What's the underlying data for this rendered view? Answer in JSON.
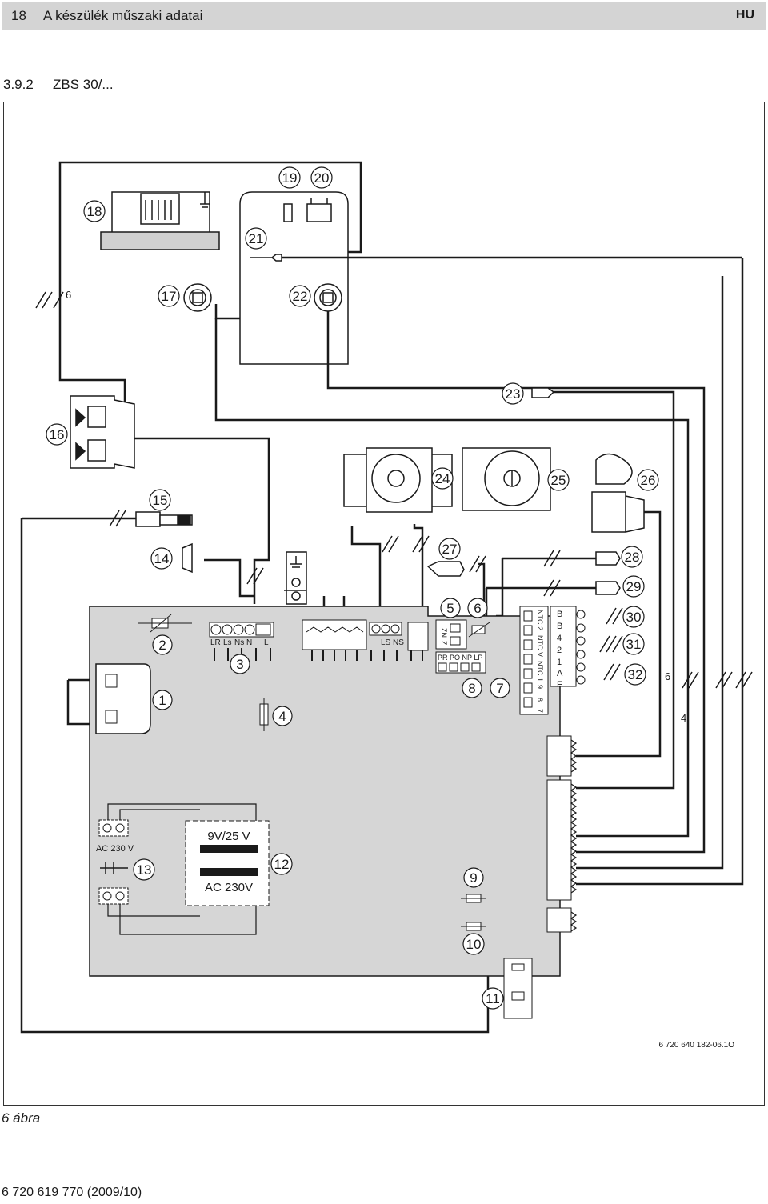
{
  "header": {
    "page_number": "18",
    "title": "A készülék műszaki adatai",
    "language": "HU"
  },
  "section": {
    "number": "3.9.2",
    "name": "ZBS 30/..."
  },
  "diagram": {
    "callouts": [
      "1",
      "2",
      "3",
      "4",
      "5",
      "6",
      "7",
      "8",
      "9",
      "10",
      "11",
      "12",
      "13",
      "14",
      "15",
      "16",
      "17",
      "18",
      "19",
      "20",
      "21",
      "22",
      "23",
      "24",
      "25",
      "26",
      "27",
      "28",
      "29",
      "30",
      "31",
      "32"
    ],
    "labels": {
      "strip_left": [
        "LR",
        "Ls",
        "Ns",
        "N",
        "L"
      ],
      "strip_ls_ns": "LS NS",
      "zn": "ZN",
      "z": "Z",
      "pr_po": "PR PO NP LP",
      "ntc": [
        "NTC 2",
        "NTC V",
        "NTC 1"
      ],
      "ntc_pins": [
        "9",
        "8",
        "7"
      ],
      "terminal_letters": [
        "B",
        "B",
        "4",
        "2",
        "1",
        "A",
        "F"
      ],
      "ac_230v_small": "AC 230 V",
      "transformer_top": "9V/25 V",
      "transformer_bottom": "AC 230V",
      "wire_6_left": "6",
      "wire_6_right": "6",
      "wire_4_right": "4"
    },
    "figure_code": "6 720 640 182-06.1O"
  },
  "caption": "6 ábra",
  "document_number": "6 720 619 770 (2009/10)"
}
